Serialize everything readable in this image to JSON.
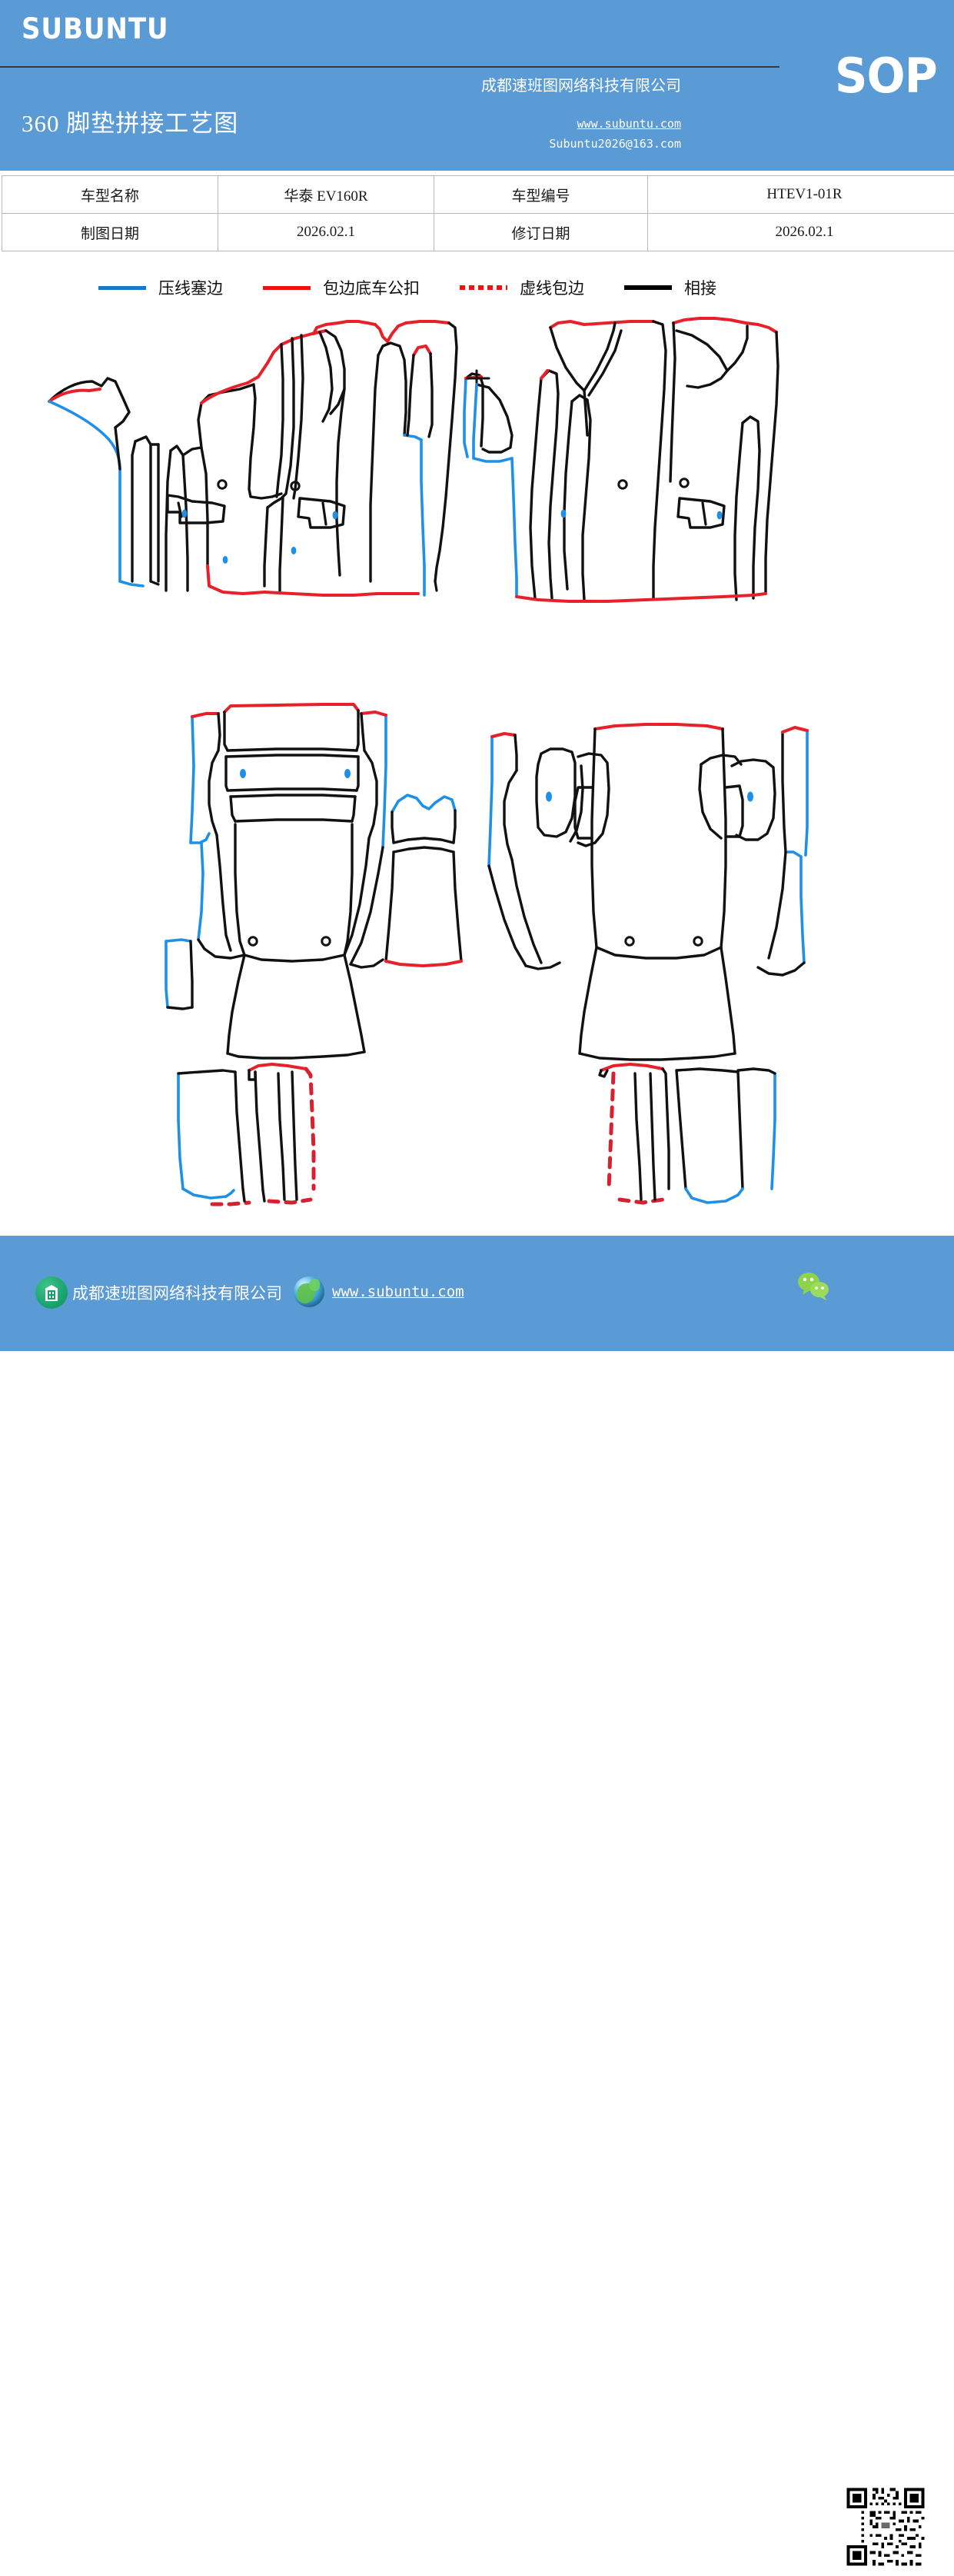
{
  "header": {
    "brand": "SUBUNTU",
    "doc_type": "SOP",
    "title": "360 脚垫拼接工艺图",
    "company": "成都速班图网络科技有限公司",
    "website": "www.subuntu.com",
    "email": "Subuntu2026@163.com"
  },
  "info_table": {
    "rows": [
      {
        "label_1": "车型名称",
        "value_1": "华泰 EV160R",
        "label_2": "车型编号",
        "value_2": "HTEV1-01R"
      },
      {
        "label_1": "制图日期",
        "value_1": "2026.02.1",
        "label_2": "修订日期",
        "value_2": "2026.02.1"
      }
    ]
  },
  "legend": {
    "items": [
      {
        "label": "压线塞边",
        "style": "solid",
        "color": "#1878C8"
      },
      {
        "label": "包边底车公扣",
        "style": "solid",
        "color": "#EE1111"
      },
      {
        "label": "虚线包边",
        "style": "dotted",
        "color": "#EE1111"
      },
      {
        "label": "相接",
        "style": "solid",
        "color": "#000000"
      }
    ]
  },
  "drawing": {
    "colors": {
      "outline": "#111111",
      "press_edge": "#1E90E8",
      "bound_edge": "#E8202A",
      "dashed_edge": "#D82030",
      "stud": "#1E90E8"
    },
    "groups": [
      {
        "name": "front-row-left-mat",
        "position": "top-left"
      },
      {
        "name": "front-row-right-mat",
        "position": "top-right"
      },
      {
        "name": "rear-row-left-mat",
        "position": "bottom-left"
      },
      {
        "name": "center-tunnel-mat",
        "position": "bottom-center"
      },
      {
        "name": "rear-row-right-mat",
        "position": "bottom-right"
      }
    ]
  },
  "footer": {
    "company": "成都速班图网络科技有限公司",
    "website": "www.subuntu.com"
  },
  "theme": {
    "brand_blue": "#5B9BD5",
    "white": "#FFFFFF",
    "table_border": "#B8B8B8"
  }
}
